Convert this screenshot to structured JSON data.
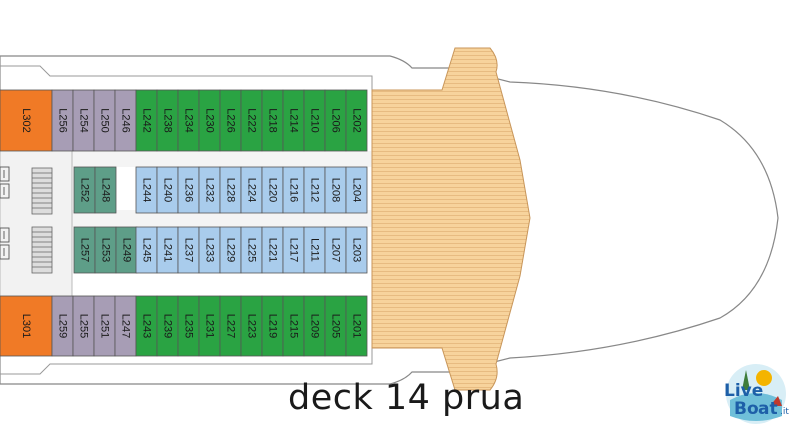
{
  "caption": "deck 14 prua",
  "logo": {
    "line1": "Live",
    "line2": "Bo",
    "line3": "at",
    "suffix": ".it"
  },
  "colors": {
    "suite": "#f07a26",
    "interior": "#a79db5",
    "balcony": "#2aa343",
    "outside": "#a9ccec",
    "teal": "#5e9e88",
    "sundeck": "#f7d39c",
    "hull": "#ffffff",
    "outline": "#777777",
    "corridor": "#f2f2f2"
  },
  "cabins": {
    "suite_top": "L302",
    "suite_bottom": "L301",
    "row_top_interior": [
      "L256",
      "L254",
      "L250",
      "L246"
    ],
    "row_top_balcony": [
      "L242",
      "L238",
      "L234",
      "L230",
      "L226",
      "L222",
      "L218",
      "L214",
      "L210",
      "L206",
      "L202"
    ],
    "row_inner_top_teal": [
      "L252",
      "L248"
    ],
    "row_inner_top_blue": [
      "L244",
      "L240",
      "L236",
      "L232",
      "L228",
      "L224",
      "L220",
      "L216",
      "L212",
      "L208",
      "L204"
    ],
    "row_inner_bottom_teal": [
      "L257",
      "L253",
      "L249"
    ],
    "row_inner_bottom_blue": [
      "L245",
      "L241",
      "L237",
      "L233",
      "L229",
      "L225",
      "L221",
      "L217",
      "L211",
      "L207",
      "L203"
    ],
    "row_bottom_interior": [
      "L259",
      "L255",
      "L251",
      "L247"
    ],
    "row_bottom_balcony": [
      "L243",
      "L239",
      "L235",
      "L231",
      "L227",
      "L223",
      "L219",
      "L215",
      "L209",
      "L205",
      "L201"
    ]
  }
}
